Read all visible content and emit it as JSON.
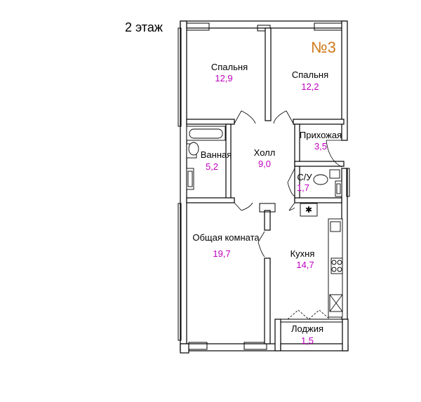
{
  "floor_label": "2 этаж",
  "apartment_number": "№3",
  "colors": {
    "area_text": "#c000c0",
    "apartment_number": "#d07a1a",
    "walls": "#000000"
  },
  "rooms": [
    {
      "name": "Спальня",
      "area": "12,9"
    },
    {
      "name": "Спальня",
      "area": "12,2"
    },
    {
      "name": "Прихожая",
      "area": "3,5"
    },
    {
      "name": "Ванная",
      "area": "5,2"
    },
    {
      "name": "Холл",
      "area": "9,0"
    },
    {
      "name": "С/У",
      "area": "1,7"
    },
    {
      "name": "Общая комната",
      "area": "19,7"
    },
    {
      "name": "Кухня",
      "area": "14,7"
    },
    {
      "name": "Лоджия",
      "area": "1,5"
    }
  ]
}
